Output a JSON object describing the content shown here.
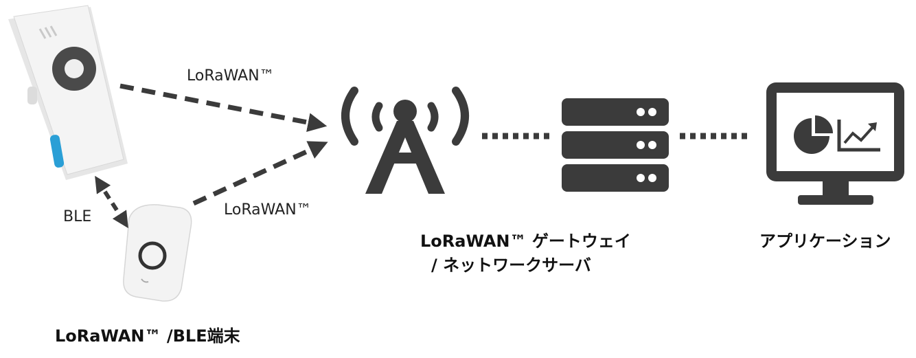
{
  "links": {
    "device_to_gateway_top": "LoRaWAN™",
    "device_to_gateway_bottom": "LoRaWAN™",
    "device_to_device": "BLE"
  },
  "nodes": {
    "devices": "LoRaWAN™ /BLE端末",
    "gateway_line1": "LoRaWAN™ ゲートウェイ",
    "gateway_line2": "/ ネットワークサーバ",
    "application": "アプリケーション"
  },
  "colors": {
    "icon": "#3b3b3b",
    "device_body": "#f2f2f2",
    "device_accent": "#2a9fd6"
  }
}
